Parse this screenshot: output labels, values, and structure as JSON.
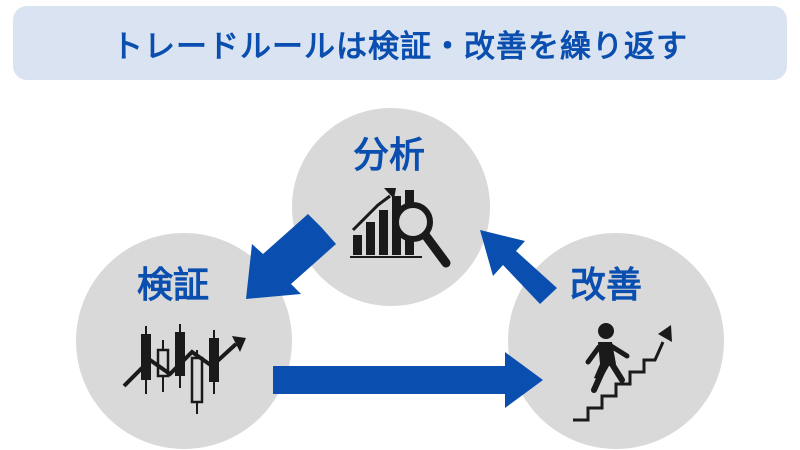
{
  "title": "トレードルールは検証・改善を繰り返す",
  "nodes": {
    "analysis": {
      "label": "分析",
      "icon": "chart-magnifier-icon"
    },
    "verify": {
      "label": "検証",
      "icon": "candlestick-chart-icon"
    },
    "improve": {
      "label": "改善",
      "icon": "stairs-climber-icon"
    }
  },
  "colors": {
    "accent": "#0a4fb0",
    "banner_bg": "#d9e3f1",
    "circle_bg": "#d9d9d9",
    "icon": "#1a1a1a"
  }
}
